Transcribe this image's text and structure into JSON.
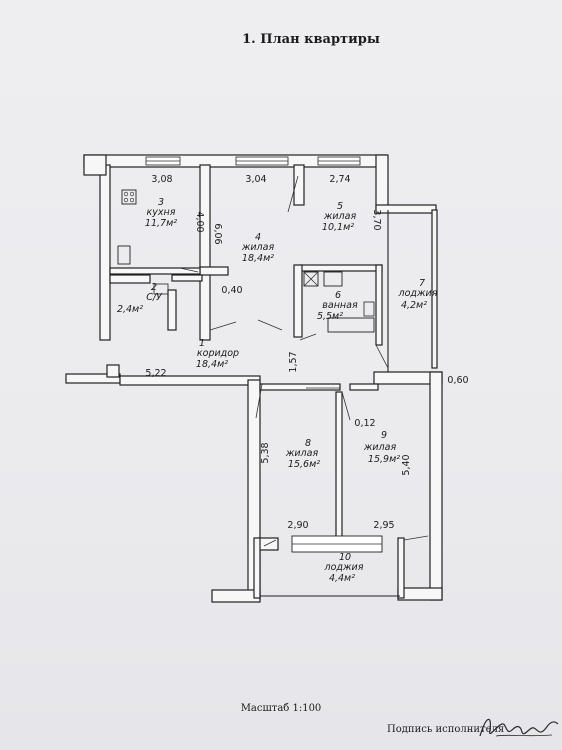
{
  "title": "1. План квартиры",
  "scale": "Масштаб 1:100",
  "signature_label": "Подпись исполнителя",
  "rooms": [
    {
      "num": "2",
      "name": "С/У",
      "area": "2,4м²"
    },
    {
      "num": "3",
      "name": "кухня",
      "area": "11,7м²"
    },
    {
      "num": "4",
      "name": "жилая",
      "area": "18,4м²"
    },
    {
      "num": "5",
      "name": "жилая",
      "area": "10,1м²"
    },
    {
      "num": "6",
      "name": "ванная",
      "area": "5,5м²"
    },
    {
      "num": "7",
      "name": "лоджия",
      "area": "4,2м²"
    },
    {
      "num": "1",
      "name": "коридор",
      "area": "18,4м²"
    },
    {
      "num": "8",
      "name": "жилая",
      "area": "15,6м²"
    },
    {
      "num": "9",
      "name": "жилая",
      "area": "15,9м²"
    },
    {
      "num": "10",
      "name": "лоджия",
      "area": "4,4м²"
    }
  ],
  "dimensions": {
    "kitchen_width": "3,08",
    "room4_width": "3,04",
    "room5_width": "2,74",
    "kitchen_depth": "4,00",
    "room4_depth": "6,06",
    "room5_depth": "3,70",
    "wc_gap": "0,40",
    "corridor_width": "1,57",
    "corridor_length": "5,22",
    "loggia_depth": "0,60",
    "partition": "0,12",
    "room8_depth": "5,38",
    "room9_depth": "5,40",
    "room8_width": "2,90",
    "room9_width": "2,95"
  }
}
